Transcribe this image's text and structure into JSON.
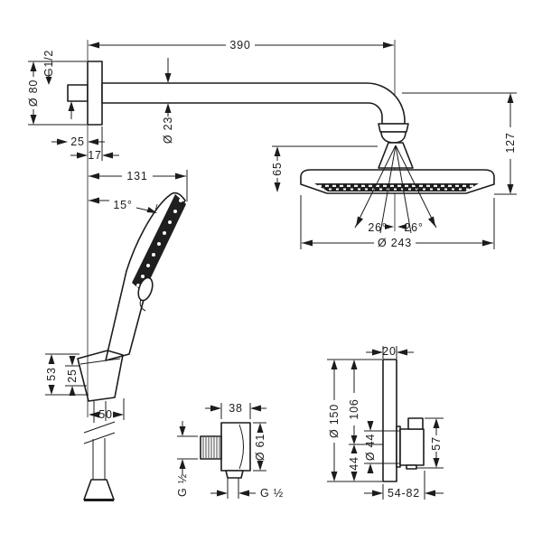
{
  "drawing": {
    "type": "shower-system-installation-dimensions",
    "line_color": "#1c1c1c",
    "background": "#ffffff",
    "overhead": {
      "arm_length": "390",
      "wall_thread": "G1/2",
      "escutcheon_diameter": "Ø 80",
      "wall_offset": "25",
      "escutcheon_thickness": "17",
      "arm_diameter": "Ø 23",
      "head_to_joint": "65",
      "drop_height": "127",
      "spray_angle_left": "26°",
      "spray_angle_right": "26°",
      "head_diameter": "Ø 243"
    },
    "handshower": {
      "projection": "131",
      "tilt_angle": "15°",
      "holder_height": "53",
      "holder_slot": "25",
      "holder_depth": "50"
    },
    "outlet": {
      "width": "38",
      "diameter": "Ø 61",
      "inlet_thread": "G ½",
      "outlet_thread": "G ½"
    },
    "thermostat": {
      "plate_thickness": "20",
      "plate_diameter": "Ø 150",
      "top_to_valve": "106",
      "valve_spacing": "44",
      "valve_diameter": "Ø 44",
      "handle_depth": "57",
      "install_depth_range": "54-82"
    }
  }
}
